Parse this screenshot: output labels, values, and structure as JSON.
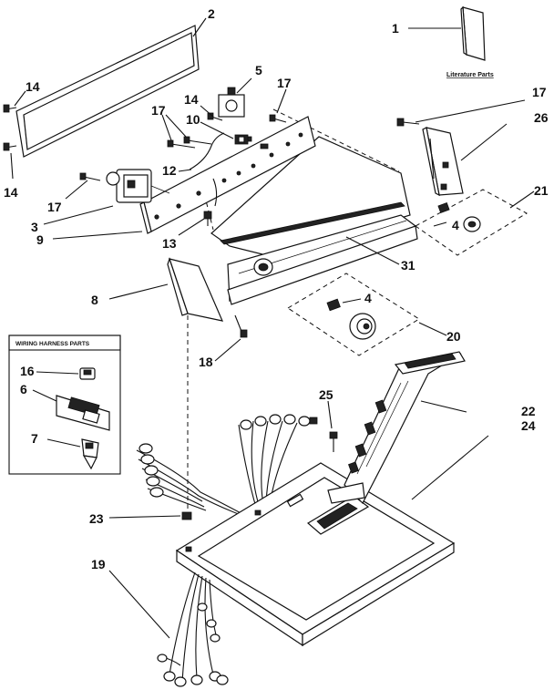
{
  "harness_box": {
    "title": "WIRING HARNESS PARTS"
  },
  "literature": {
    "label": "Literature Parts"
  },
  "callouts": [
    {
      "id": "c1",
      "text": "1"
    },
    {
      "id": "c2",
      "text": "2"
    },
    {
      "id": "c3",
      "text": "3"
    },
    {
      "id": "c4a",
      "text": "4"
    },
    {
      "id": "c4b",
      "text": "4"
    },
    {
      "id": "c5",
      "text": "5"
    },
    {
      "id": "c6",
      "text": "6"
    },
    {
      "id": "c7",
      "text": "7"
    },
    {
      "id": "c8",
      "text": "8"
    },
    {
      "id": "c9",
      "text": "9"
    },
    {
      "id": "c10",
      "text": "10"
    },
    {
      "id": "c12",
      "text": "12"
    },
    {
      "id": "c13",
      "text": "13"
    },
    {
      "id": "c14a",
      "text": "14"
    },
    {
      "id": "c14b",
      "text": "14"
    },
    {
      "id": "c14c",
      "text": "14"
    },
    {
      "id": "c16",
      "text": "16"
    },
    {
      "id": "c17a",
      "text": "17"
    },
    {
      "id": "c17b",
      "text": "17"
    },
    {
      "id": "c17c",
      "text": "17"
    },
    {
      "id": "c17d",
      "text": "17"
    },
    {
      "id": "c18",
      "text": "18"
    },
    {
      "id": "c19",
      "text": "19"
    },
    {
      "id": "c20",
      "text": "20"
    },
    {
      "id": "c21",
      "text": "21"
    },
    {
      "id": "c22",
      "text": "22"
    },
    {
      "id": "c23",
      "text": "23"
    },
    {
      "id": "c24",
      "text": "24"
    },
    {
      "id": "c25",
      "text": "25"
    },
    {
      "id": "c26",
      "text": "26"
    },
    {
      "id": "c31",
      "text": "31"
    }
  ]
}
